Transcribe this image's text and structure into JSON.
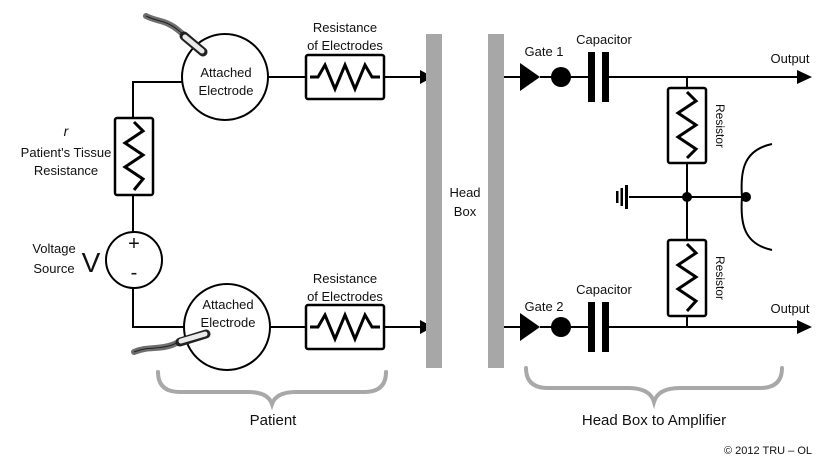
{
  "labels": {
    "r": "r",
    "tissue_line1": "Patient's Tissue",
    "tissue_line2": "Resistance",
    "voltage_line1": "Voltage",
    "voltage_line2": "Source",
    "voltage_symbol": "V",
    "plus": "+",
    "minus": "-",
    "electrode_line1": "Attached",
    "electrode_line2": "Electrode",
    "res_electrodes_line1": "Resistance",
    "res_electrodes_line2": "of Electrodes",
    "head_box_line1": "Head",
    "head_box_line2": "Box",
    "gate1": "Gate 1",
    "gate2": "Gate 2",
    "capacitor": "Capacitor",
    "resistor": "Resistor",
    "output": "Output",
    "patient": "Patient",
    "head_box_to_amplifier": "Head Box to Amplifier",
    "copyright": "© 2012 TRU – OL"
  }
}
